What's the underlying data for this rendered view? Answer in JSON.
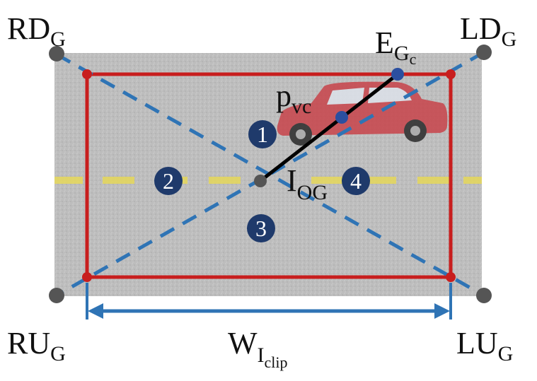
{
  "labels": {
    "rd": {
      "main": "RD",
      "sub": "G"
    },
    "ld": {
      "main": "LD",
      "sub": "G"
    },
    "ru": {
      "main": "RU",
      "sub": "G"
    },
    "lu": {
      "main": "LU",
      "sub": "G"
    },
    "e": {
      "main": "E",
      "sub": "G",
      "subsub": "c"
    },
    "p": {
      "main": "p",
      "sub": "vc"
    },
    "i": {
      "main": "I",
      "sub": "OG"
    },
    "w": {
      "main": "W",
      "sub": "I",
      "subsub": "clip"
    }
  },
  "regions": [
    "1",
    "2",
    "3",
    "4"
  ],
  "colors": {
    "road": "#b8b8b8",
    "lane": "#e6d85a",
    "rect": "#c81e1e",
    "diag": "#2f74b5",
    "dim": "#2f74b5",
    "corner": "#555555",
    "badge": "#1f3a6b",
    "car": "#c8444a"
  }
}
